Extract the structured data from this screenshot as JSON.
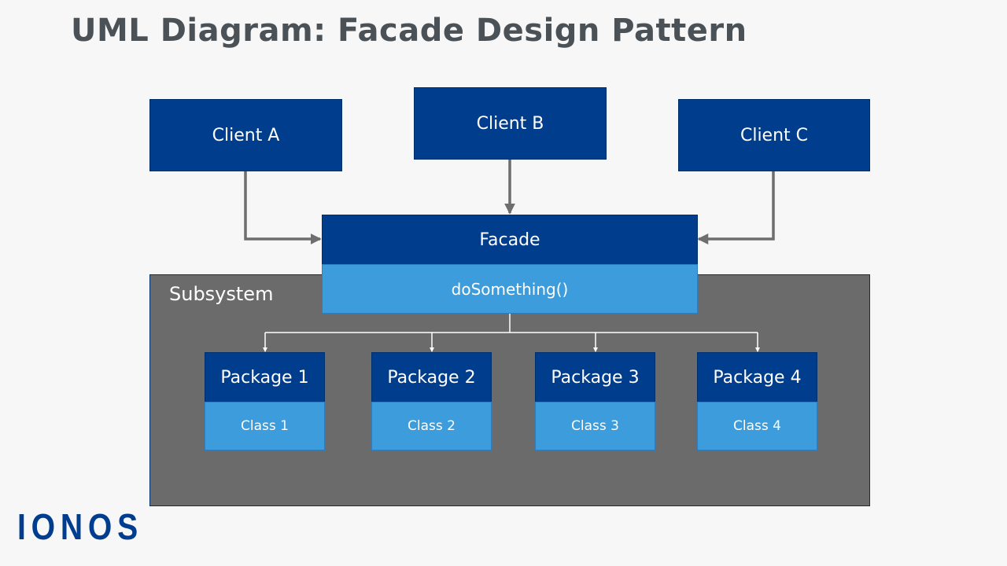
{
  "title": "UML Diagram: Facade Design Pattern",
  "clients": [
    "Client A",
    "Client B",
    "Client C"
  ],
  "facade": {
    "name": "Facade",
    "method": "doSomething()"
  },
  "subsystem": {
    "label": "Subsystem",
    "packages": [
      {
        "name": "Package 1",
        "class": "Class 1"
      },
      {
        "name": "Package 2",
        "class": "Class 2"
      },
      {
        "name": "Package 3",
        "class": "Class 3"
      },
      {
        "name": "Package 4",
        "class": "Class 4"
      }
    ]
  },
  "logo": "IONOS",
  "colors": {
    "dark_blue": "#003d8c",
    "light_blue": "#3d9cdb",
    "subsystem_gray": "#6b6b6b",
    "arrow_gray": "#6e6e6e"
  }
}
